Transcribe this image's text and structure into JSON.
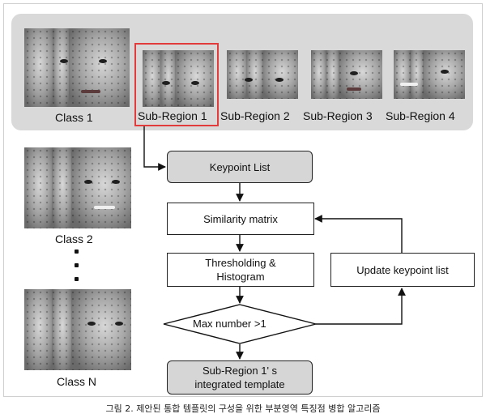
{
  "top_row": {
    "class_label": "Class 1",
    "sub_regions": [
      "Sub-Region 1",
      "Sub-Region 2",
      "Sub-Region 3",
      "Sub-Region 4"
    ]
  },
  "left_column": {
    "class_2_label": "Class 2",
    "class_n_label": "Class N"
  },
  "flowchart": {
    "keypoint_list": "Keypoint List",
    "similarity_matrix": "Similarity matrix",
    "thresholding_line1": "Thresholding &",
    "thresholding_line2": "Histogram",
    "update_keypoint": "Update keypoint list",
    "decision": "Max number >1",
    "output_line1": "Sub-Region 1' s",
    "output_line2": "integrated template"
  },
  "caption": "그림 2. 제안된 통합 템플릿의 구성을 위한 부분영역 특징점 병합 알고리즘",
  "colors": {
    "highlight": "#e23b3b",
    "band": "#d9d9d9",
    "process_box": "#d6d6d6"
  }
}
